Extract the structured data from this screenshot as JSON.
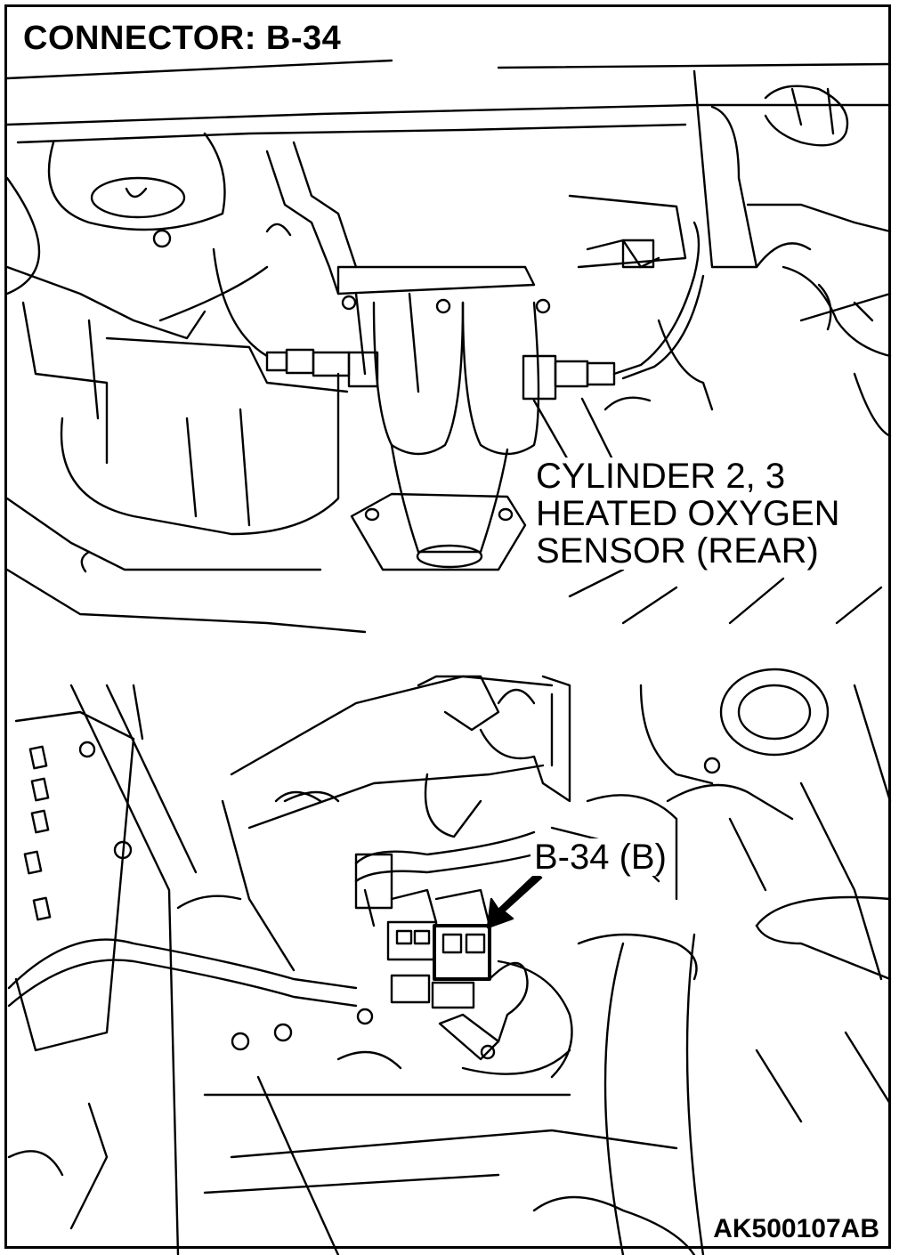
{
  "title": "CONNECTOR: B-34",
  "callouts": {
    "sensor_label_line1": "CYLINDER 2, 3",
    "sensor_label_line2": "HEATED OXYGEN",
    "sensor_label_line3": "SENSOR (REAR)",
    "connector_label": "B-34 (B)"
  },
  "figure_code": "AK500107AB",
  "icons": {
    "pointer_arrow": "arrow-down-left-icon"
  }
}
